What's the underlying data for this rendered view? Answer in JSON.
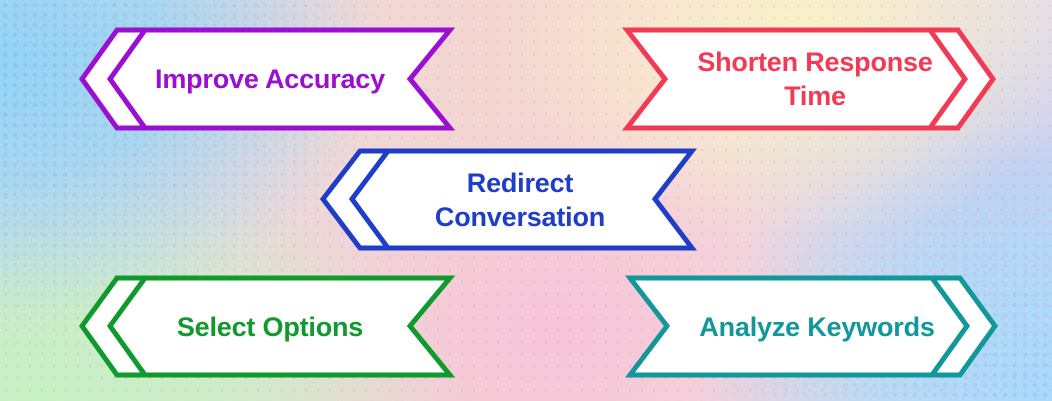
{
  "banners": [
    {
      "id": "improve-accuracy",
      "label": "Improve Accuracy",
      "direction": "left",
      "color": "#9b0fd0"
    },
    {
      "id": "shorten-response-time",
      "label": "Shorten Response Time",
      "direction": "right",
      "color": "#f23a55"
    },
    {
      "id": "redirect-conversation",
      "label": "Redirect Conversation",
      "direction": "left",
      "color": "#1e3ec8"
    },
    {
      "id": "select-options",
      "label": "Select Options",
      "direction": "left",
      "color": "#109a2e"
    },
    {
      "id": "analyze-keywords",
      "label": "Analyze Keywords",
      "direction": "right",
      "color": "#12979a"
    }
  ]
}
